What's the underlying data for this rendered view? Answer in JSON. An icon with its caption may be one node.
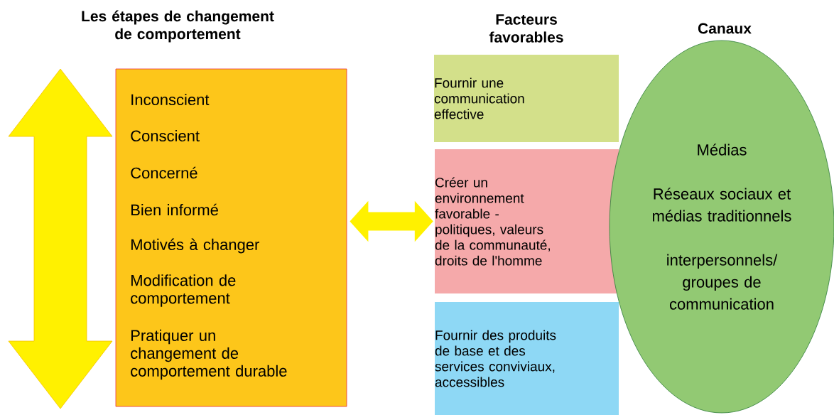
{
  "diagram": {
    "nodes": [
      {
        "text": [
          "Inconscient",
          "Conscient",
          "Concerné",
          "Bien informé",
          "Motivés à changer",
          "Modification de comportement",
          "Pratiquer un changement de comportement durable"
        ]
      },
      {
        "text": [
          "Fournir une communication effective"
        ]
      },
      {
        "text": [
          "Créer un environnement favorable - politiques, valeurs de la communauté, droits de l'homme"
        ]
      },
      {
        "text": [
          "Fournir des produits de base et des services conviviaux, accessibles"
        ]
      },
      {
        "text": [
          "Médias",
          "Réseaux sociaux et médias traditionnels",
          "interpersonnels/ groupes de communication"
        ]
      }
    ],
    "edges": [
      {
        "from": 0,
        "to": 2,
        "arrow": "both"
      }
    ],
    "labels": [
      "Les étapes de changement de comportement",
      "Facteurs favorables",
      "Canaux"
    ]
  }
}
